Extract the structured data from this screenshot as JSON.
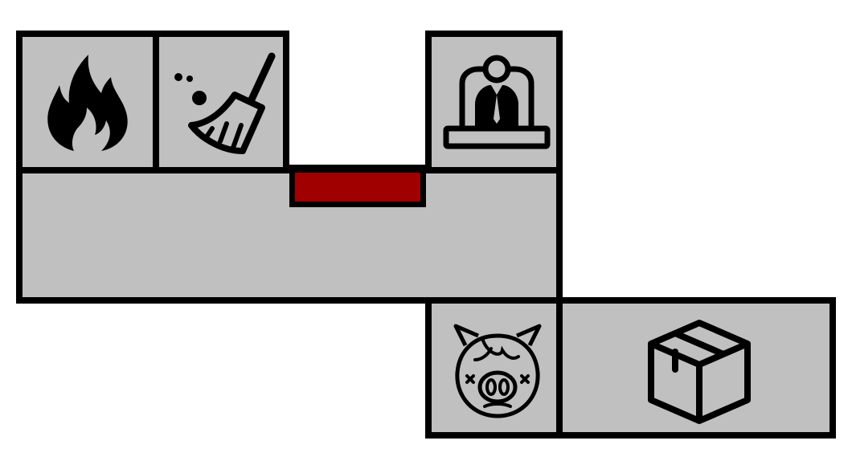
{
  "colors": {
    "room_fill": "#c0c0c0",
    "wall": "#000000",
    "door": "#a00000",
    "background": "#ffffff"
  },
  "rooms": [
    {
      "id": "fire",
      "icon": "fire-icon"
    },
    {
      "id": "cleaning",
      "icon": "broom-icon"
    },
    {
      "id": "reception",
      "icon": "receptionist-desk-icon"
    },
    {
      "id": "hall",
      "icon": ""
    },
    {
      "id": "pig",
      "icon": "dead-pig-icon"
    },
    {
      "id": "storage",
      "icon": "box-icon"
    }
  ],
  "doors": [
    {
      "id": "hall-north-door",
      "color": "door",
      "state": "locked"
    }
  ]
}
